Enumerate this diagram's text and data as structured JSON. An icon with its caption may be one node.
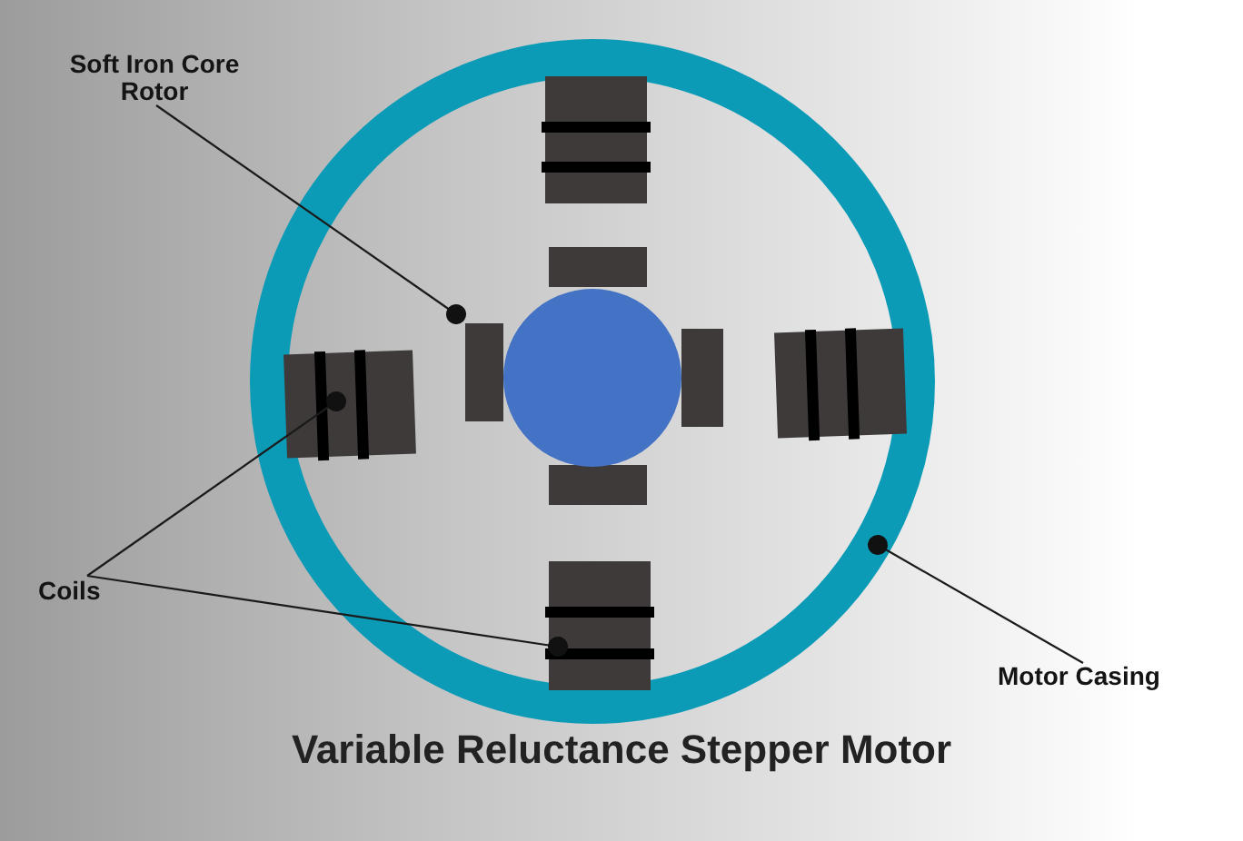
{
  "diagram": {
    "title": "Variable Reluctance Stepper Motor",
    "nodes": [
      {
        "text": [],
        "shape": "circle"
      },
      {
        "text": [
          "Soft Iron Core Rotor"
        ]
      },
      {
        "text": [],
        "shape": "box",
        "in": 0
      },
      {
        "text": [],
        "shape": "circle",
        "in": 0
      },
      {
        "text": [],
        "shape": "box",
        "in": 0
      },
      {
        "text": [],
        "shape": "box",
        "in": 0
      },
      {
        "text": [
          "Coils"
        ]
      },
      {
        "text": [],
        "shape": "box",
        "in": 0
      },
      {
        "text": [
          "Motor Casing"
        ]
      }
    ],
    "edges": [
      {
        "from": 1,
        "to": 3,
        "arrow": "other"
      },
      {
        "from": 6,
        "to": 4,
        "arrow": "other"
      },
      {
        "from": 6,
        "to": 7,
        "arrow": "other"
      },
      {
        "from": 8,
        "to": 0,
        "arrow": "other"
      }
    ]
  }
}
